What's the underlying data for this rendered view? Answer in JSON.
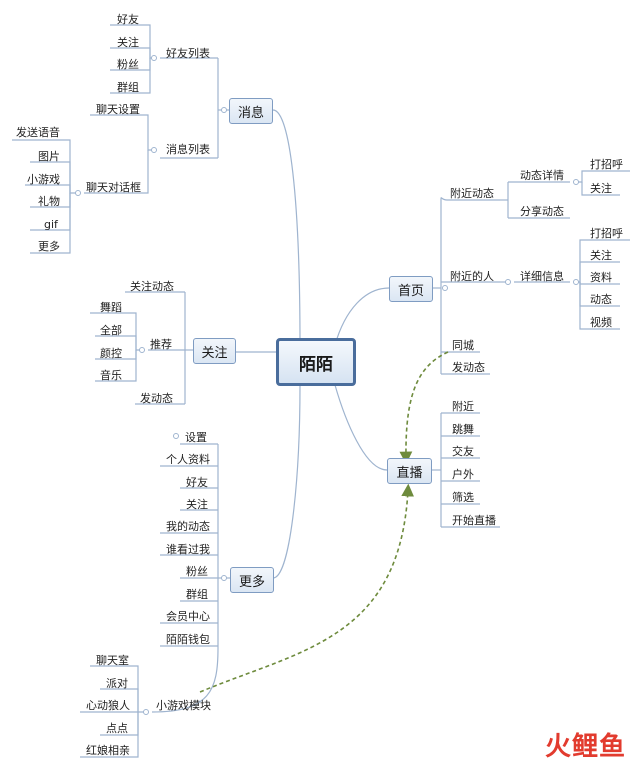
{
  "central": "陌陌",
  "topics": {
    "xiaoxi": "消息",
    "guanzhu": "关注",
    "gengduo": "更多",
    "shouye": "首页",
    "zhibo": "直播"
  },
  "xiaoxi": {
    "friend_list": "好友列表",
    "friend_items": [
      "好友",
      "关注",
      "粉丝",
      "群组"
    ],
    "msg_list": "消息列表",
    "chat_settings": "聊天设置",
    "chat_box": "聊天对话框",
    "chat_items": [
      "发送语音",
      "图片",
      "小游戏",
      "礼物",
      "gif",
      "更多"
    ]
  },
  "guanzhu": {
    "follow_dynamic": "关注动态",
    "recommend": "推荐",
    "recommend_items": [
      "舞蹈",
      "全部",
      "颜控",
      "音乐"
    ],
    "post_dynamic": "发动态"
  },
  "gengduo": {
    "items": [
      "设置",
      "个人资料",
      "好友",
      "关注",
      "我的动态",
      "谁看过我",
      "粉丝",
      "群组",
      "会员中心",
      "陌陌钱包"
    ],
    "mini_game": "小游戏模块",
    "mini_game_items": [
      "聊天室",
      "派对",
      "心动狼人",
      "点点",
      "红娘相亲"
    ]
  },
  "shouye": {
    "nearby_dynamic": "附近动态",
    "dynamic_detail": "动态详情",
    "dynamic_detail_items": [
      "打招呼",
      "关注"
    ],
    "share_dynamic": "分享动态",
    "nearby_people": "附近的人",
    "detail_info": "详细信息",
    "detail_info_items": [
      "打招呼",
      "关注",
      "资料",
      "动态",
      "视频"
    ],
    "same_city": "同城",
    "post_dynamic": "发动态"
  },
  "zhibo": {
    "items": [
      "附近",
      "跳舞",
      "交友",
      "户外",
      "筛选",
      "开始直播"
    ]
  },
  "watermark": "火鲤鱼",
  "colors": {
    "branch": "#9fb4cf",
    "relation": "#6e8b3d",
    "watermark": "#e23b2e"
  }
}
